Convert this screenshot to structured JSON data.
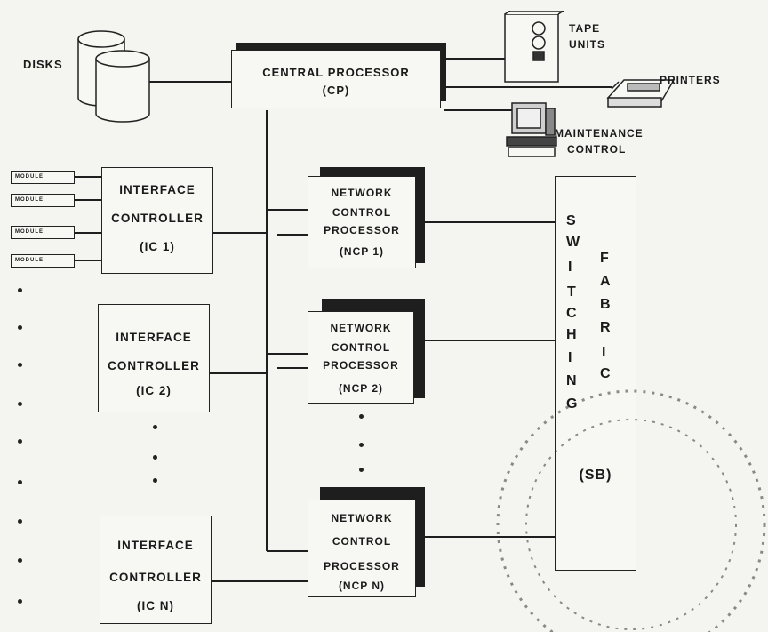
{
  "diagram": {
    "central_processor": {
      "line1": "CENTRAL PROCESSOR",
      "line2": "(CP)"
    },
    "disks": "DISKS",
    "tape_units": {
      "line1": "TAPE",
      "line2": "UNITS"
    },
    "printers": "PRINTERS",
    "maintenance": {
      "line1": "MAINTENANCE",
      "line2": "CONTROL"
    },
    "interface_controllers": [
      {
        "line1": "INTERFACE",
        "line2": "CONTROLLER",
        "line3": "(IC 1)"
      },
      {
        "line1": "INTERFACE",
        "line2": "CONTROLLER",
        "line3": "(IC 2)"
      },
      {
        "line1": "INTERFACE",
        "line2": "CONTROLLER",
        "line3": "(IC N)"
      }
    ],
    "network_control_processors": [
      {
        "line1": "NETWORK",
        "line2": "CONTROL",
        "line3": "PROCESSOR",
        "line4": "(NCP 1)"
      },
      {
        "line1": "NETWORK",
        "line2": "CONTROL",
        "line3": "PROCESSOR",
        "line4": "(NCP 2)"
      },
      {
        "line1": "NETWORK",
        "line2": "CONTROL",
        "line3": "PROCESSOR",
        "line4": "(NCP N)"
      }
    ],
    "switching_fabric": {
      "word1": [
        "S",
        "W",
        "I",
        "T",
        "C",
        "H",
        "I",
        "N",
        "G"
      ],
      "word2": [
        "F",
        "A",
        "B",
        "R",
        "I",
        "C"
      ],
      "code": "(SB)"
    },
    "modules": [
      "MODULE",
      "MODULE",
      "MODULE",
      "MODULE"
    ]
  }
}
